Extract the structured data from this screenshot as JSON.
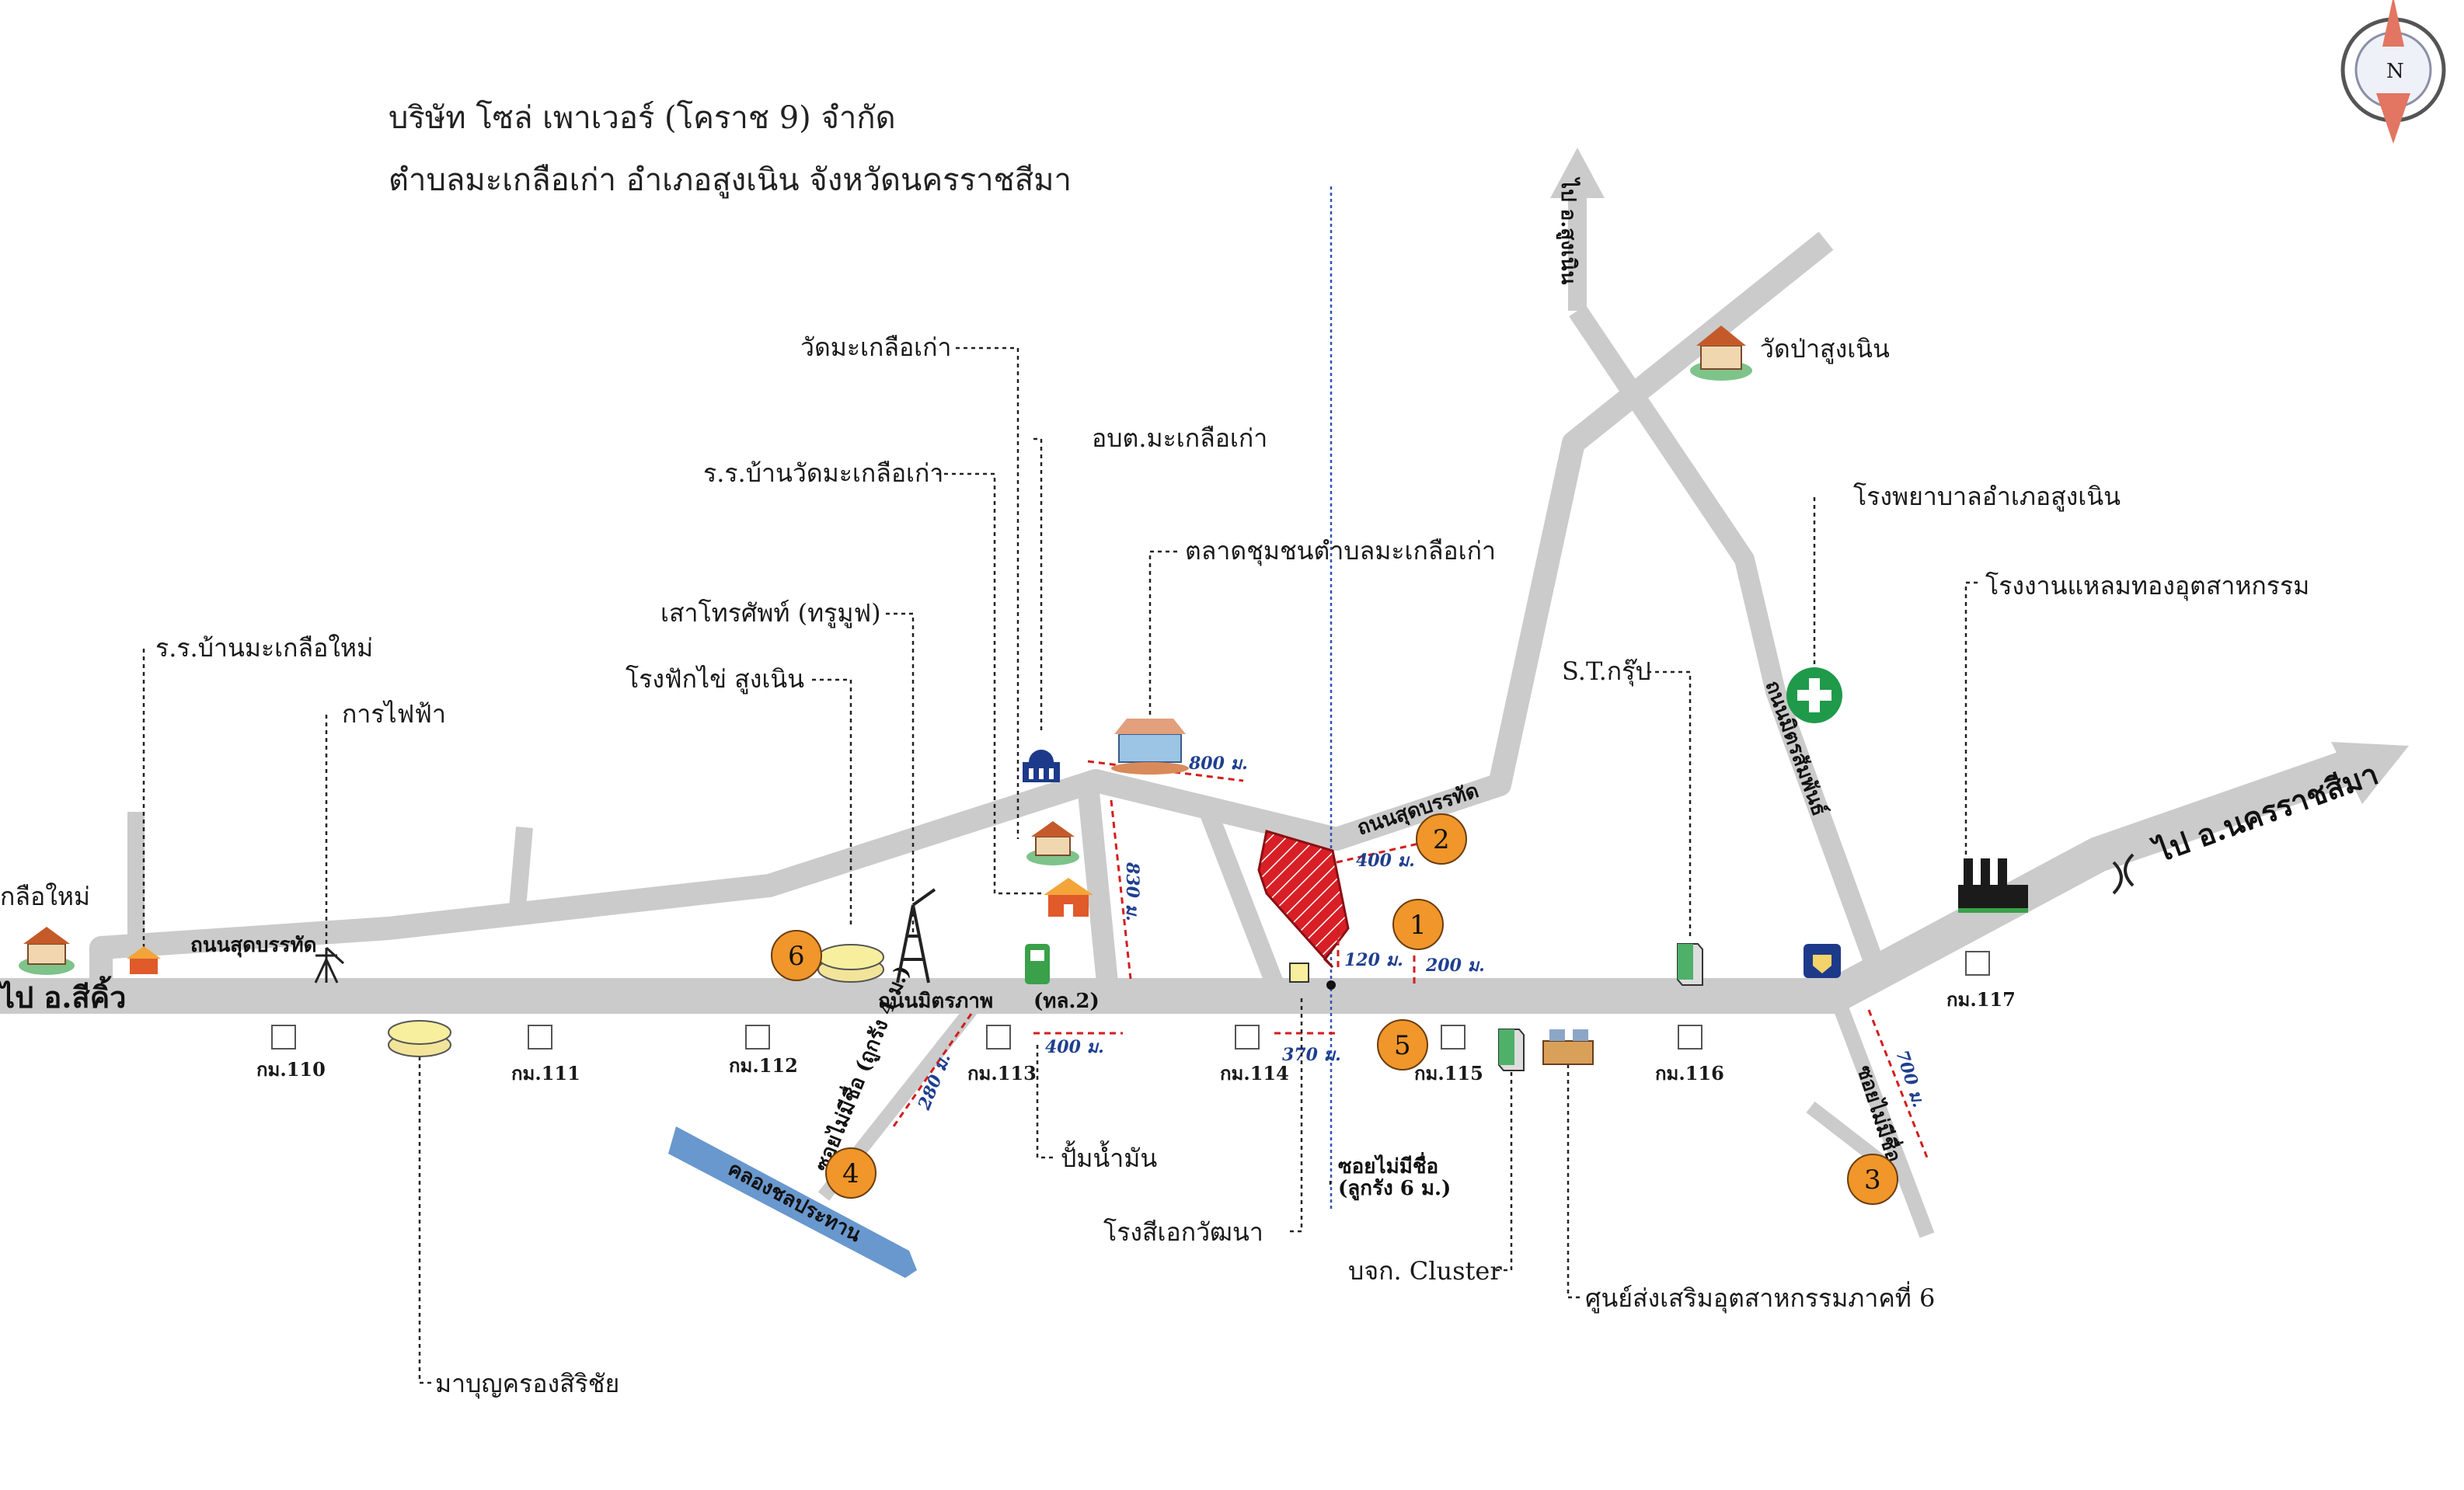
{
  "header": {
    "line1": "บริษัท โซล่ เพาเวอร์ (โคราช 9) จำกัด",
    "line2": "ตำบลมะเกลือเก่า อำเภอสูงเนิน จังหวัดนครราชสีมา"
  },
  "compass": {
    "label": "N"
  },
  "directions": {
    "to_sikhio": "ไป อ.สีคิ้ว",
    "to_makluea_mai": "กลือใหม่",
    "to_sung_noen": "ไป อ.สูงเนิน",
    "to_nakhon_ratchasima": "ไป อ.นครราชสีมา"
  },
  "roads": {
    "mittraphap": "ถนนมิตรภาพ",
    "route": "(ทล.2)",
    "suchatbanthat_west": "ถนนสุดบรรทัด",
    "suchatbanthat_east": "ถนนสุดบรรทัด",
    "mitsamphan": "ถนนมิตรสัมพันธ์",
    "soi_4": "ซอยไม่มีชื่อ (ถูกรัง 4 ม.)",
    "soi_3": "ซอยไม่มีชื่อ",
    "soi_6m_line1": "ซอยไม่มีชื่อ",
    "soi_6m_line2": "(ลูกรัง 6 ม.)",
    "canal": "คลองชลประทาน"
  },
  "places": {
    "wat_makluea_kao": "วัดมะเกลือเก่า",
    "obt": "อบต.มะเกลือเก่า",
    "school_wat": "ร.ร.บ้านวัดมะเกลือเก่า",
    "market": "ตลาดชุมชนตำบลมะเกลือเก่า",
    "telecom": "เสาโทรศัพท์ (ทรูมูฟ)",
    "hatchery": "โรงฟักไข่ สูงเนิน",
    "school_mai": "ร.ร.บ้านมะเกลือใหม่",
    "electricity": "การไฟฟ้า",
    "wat_pa": "วัดป่าสูงเนิน",
    "hospital": "โรงพยาบาลอำเภอสูงเนิน",
    "factory": "โรงงานแหลมทองอุตสาหกรรม",
    "st_group": "S.T.กรุ๊ป",
    "gas_station": "ปั้มน้ำมัน",
    "paint_factory": "โรงสีเอกวัฒนา",
    "cluster": "บจก. Cluster",
    "industry_center": "ศูนย์ส่งเสริมอุตสาหกรรมภาคที่ 6",
    "maboon": "มาบุญครองสิริชัย"
  },
  "km_markers": [
    "กม.110",
    "กม.111",
    "กม.112",
    "กม.113",
    "กม.114",
    "กม.115",
    "กม.116",
    "กม.117"
  ],
  "distances": {
    "d800": "800 ม.",
    "d830": "830 ม.",
    "d400_north": "400 ม.",
    "d120": "120 ม.",
    "d200": "200 ม.",
    "d370": "370 ม.",
    "d400_south": "400 ม.",
    "d280": "280 ม.",
    "d700": "700 ม."
  },
  "markers": [
    "1",
    "2",
    "3",
    "4",
    "5",
    "6"
  ],
  "colors": {
    "road": "#cbcbcb",
    "site": "#d81f26",
    "marker": "#f0962a",
    "distance_line": "#d21e1e",
    "distance_text": "#1f3f8f",
    "hospital": "#1f9a4a",
    "canal": "#4f86c6",
    "north_line": "#2f54b8"
  }
}
